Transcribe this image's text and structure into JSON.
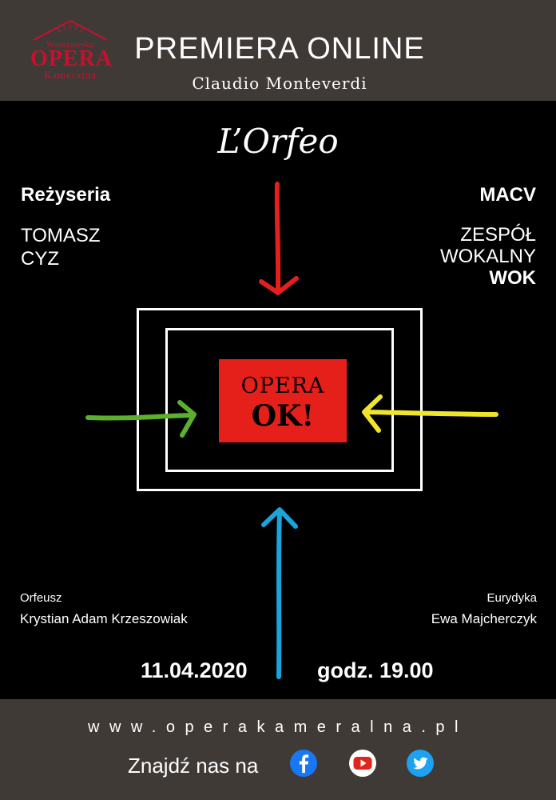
{
  "logo": {
    "line1": "Warszawska",
    "line2": "OPERA",
    "line3": "Kameralna"
  },
  "header": {
    "premiera": "PREMIERA ONLINE",
    "composer": "Claudio Monteverdi"
  },
  "title": "L’Orfeo",
  "direction": {
    "label": "Reżyseria",
    "name_line1": "TOMASZ",
    "name_line2": "CYZ"
  },
  "ensemble": {
    "label": "MACV",
    "line1": "ZESPÓŁ",
    "line2": "WOKALNY",
    "line3": "WOK"
  },
  "badge": {
    "line1": "OPERA",
    "line2": "OK!"
  },
  "cast": {
    "left_role": "Orfeusz",
    "left_name": "Krystian Adam Krzeszowiak",
    "right_role": "Eurydyka",
    "right_name": "Ewa Majcherczyk"
  },
  "event": {
    "date": "11.04.2020",
    "time": "godz. 19.00"
  },
  "footer": {
    "url": "www.operakameralna.pl",
    "find_us": "Znajdź nas na"
  },
  "icons": {
    "facebook": "facebook-icon",
    "youtube": "youtube-icon",
    "twitter": "twitter-icon"
  },
  "colors": {
    "header_bg": "#403a37",
    "red": "#e5201b",
    "arrow_red": "#e41f1d",
    "arrow_green": "#5bb02e",
    "arrow_yellow": "#f0e52a",
    "arrow_blue": "#1aa4dc",
    "facebook": "#1877f2",
    "youtube": "#e1251b",
    "twitter": "#1da1f2"
  }
}
